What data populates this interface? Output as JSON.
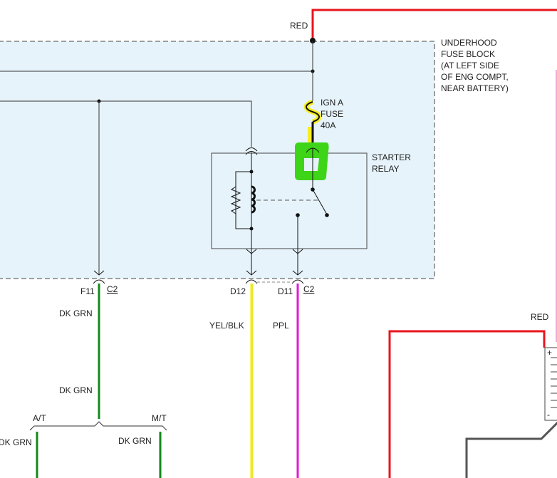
{
  "block": {
    "title_lines": [
      "UNDERHOOD",
      "FUSE BLOCK",
      "(AT LEFT SIDE",
      "OF ENG COMPT,",
      "NEAR BATTERY)"
    ]
  },
  "fuse": {
    "lines": [
      "IGN A",
      "FUSE",
      "40A"
    ]
  },
  "relay": {
    "lines": [
      "STARTER",
      "RELAY"
    ]
  },
  "wires": {
    "red_top": "RED",
    "red_right": "RED",
    "dk_grn_1": "DK GRN",
    "dk_grn_2": "DK GRN",
    "dk_grn_left": "DK GRN",
    "dk_grn_right": "DK GRN",
    "yel_blk": "YEL/BLK",
    "ppl": "PPL"
  },
  "connectors": {
    "f11": "F11",
    "c2_a": "C2",
    "d12": "D12",
    "d11": "D11",
    "c2_b": "C2"
  },
  "branches": {
    "at": "A/T",
    "mt": "M/T"
  },
  "colors": {
    "red": "#e8141c",
    "green": "#138a1a",
    "yellow": "#f2f000",
    "purple": "#e21ad6",
    "highlight_green": "#3ed417",
    "highlight_yellow": "#f6ee22",
    "block_fill": "#e6f3fb",
    "line": "#333333"
  }
}
